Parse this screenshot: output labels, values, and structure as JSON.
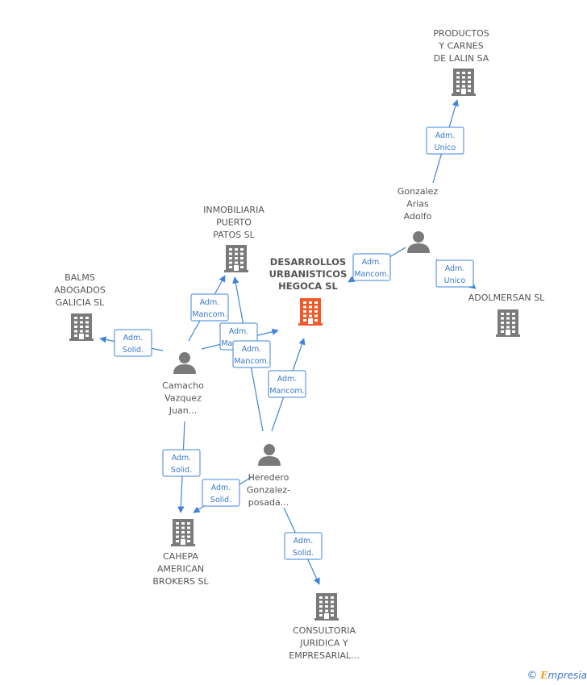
{
  "nodes": {
    "productos": {
      "lines": [
        "PRODUCTOS",
        "Y CARNES",
        "DE LALIN SA"
      ],
      "kind": "company"
    },
    "gonzalez": {
      "lines": [
        "Gonzalez",
        "Arias",
        "Adolfo"
      ],
      "kind": "person"
    },
    "adolmersan": {
      "lines": [
        "ADOLMERSAN SL"
      ],
      "kind": "company"
    },
    "desarrollos": {
      "lines": [
        "DESARROLLOS",
        "URBANISTICOS",
        "HEGOCA SL"
      ],
      "kind": "company-main"
    },
    "inmobiliaria": {
      "lines": [
        "INMOBILIARIA",
        "PUERTO",
        "PATOS SL"
      ],
      "kind": "company"
    },
    "balms": {
      "lines": [
        "BALMS",
        "ABOGADOS",
        "GALICIA SL"
      ],
      "kind": "company"
    },
    "camacho": {
      "lines": [
        "Camacho",
        "Vazquez",
        "Juan..."
      ],
      "kind": "person"
    },
    "heredero": {
      "lines": [
        "Heredero",
        "Gonzalez-",
        "posada..."
      ],
      "kind": "person"
    },
    "cahepa": {
      "lines": [
        "CAHEPA",
        "AMERICAN",
        "BROKERS SL"
      ],
      "kind": "company"
    },
    "consultoria": {
      "lines": [
        "CONSULTORIA",
        "JURIDICA Y",
        "EMPRESARIAL..."
      ],
      "kind": "company"
    }
  },
  "badges": [
    {
      "id": "b-gonzalez-productos",
      "lines": [
        "Adm.",
        "Unico"
      ]
    },
    {
      "id": "b-gonzalez-desarrollos",
      "lines": [
        "Adm.",
        "Mancom."
      ]
    },
    {
      "id": "b-gonzalez-adolmersan",
      "lines": [
        "Adm.",
        "Unico"
      ]
    },
    {
      "id": "b-camacho-inmobiliaria",
      "lines": [
        "Adm.",
        "Mancom."
      ]
    },
    {
      "id": "b-camacho-balms",
      "lines": [
        "Adm.",
        "Solid."
      ]
    },
    {
      "id": "b-camacho-desarrollos",
      "lines": [
        "Adm.",
        "Mancom."
      ]
    },
    {
      "id": "b-heredero-inmobiliaria",
      "lines": [
        "Adm.",
        "Mancom."
      ]
    },
    {
      "id": "b-heredero-desarrollos",
      "lines": [
        "Adm.",
        "Mancom."
      ]
    },
    {
      "id": "b-camacho-cahepa",
      "lines": [
        "Adm.",
        "Solid."
      ]
    },
    {
      "id": "b-heredero-cahepa",
      "lines": [
        "Adm.",
        "Solid."
      ]
    },
    {
      "id": "b-heredero-consultoria",
      "lines": [
        "Adm.",
        "Solid."
      ]
    }
  ],
  "footer": {
    "copyright": "©",
    "brand_initial": "E",
    "brand_rest": "mpresia"
  },
  "colors": {
    "company": "#7a7a7a",
    "company_main": "#f05a2a",
    "person": "#7a7a7a",
    "edge": "#3f84d8"
  }
}
